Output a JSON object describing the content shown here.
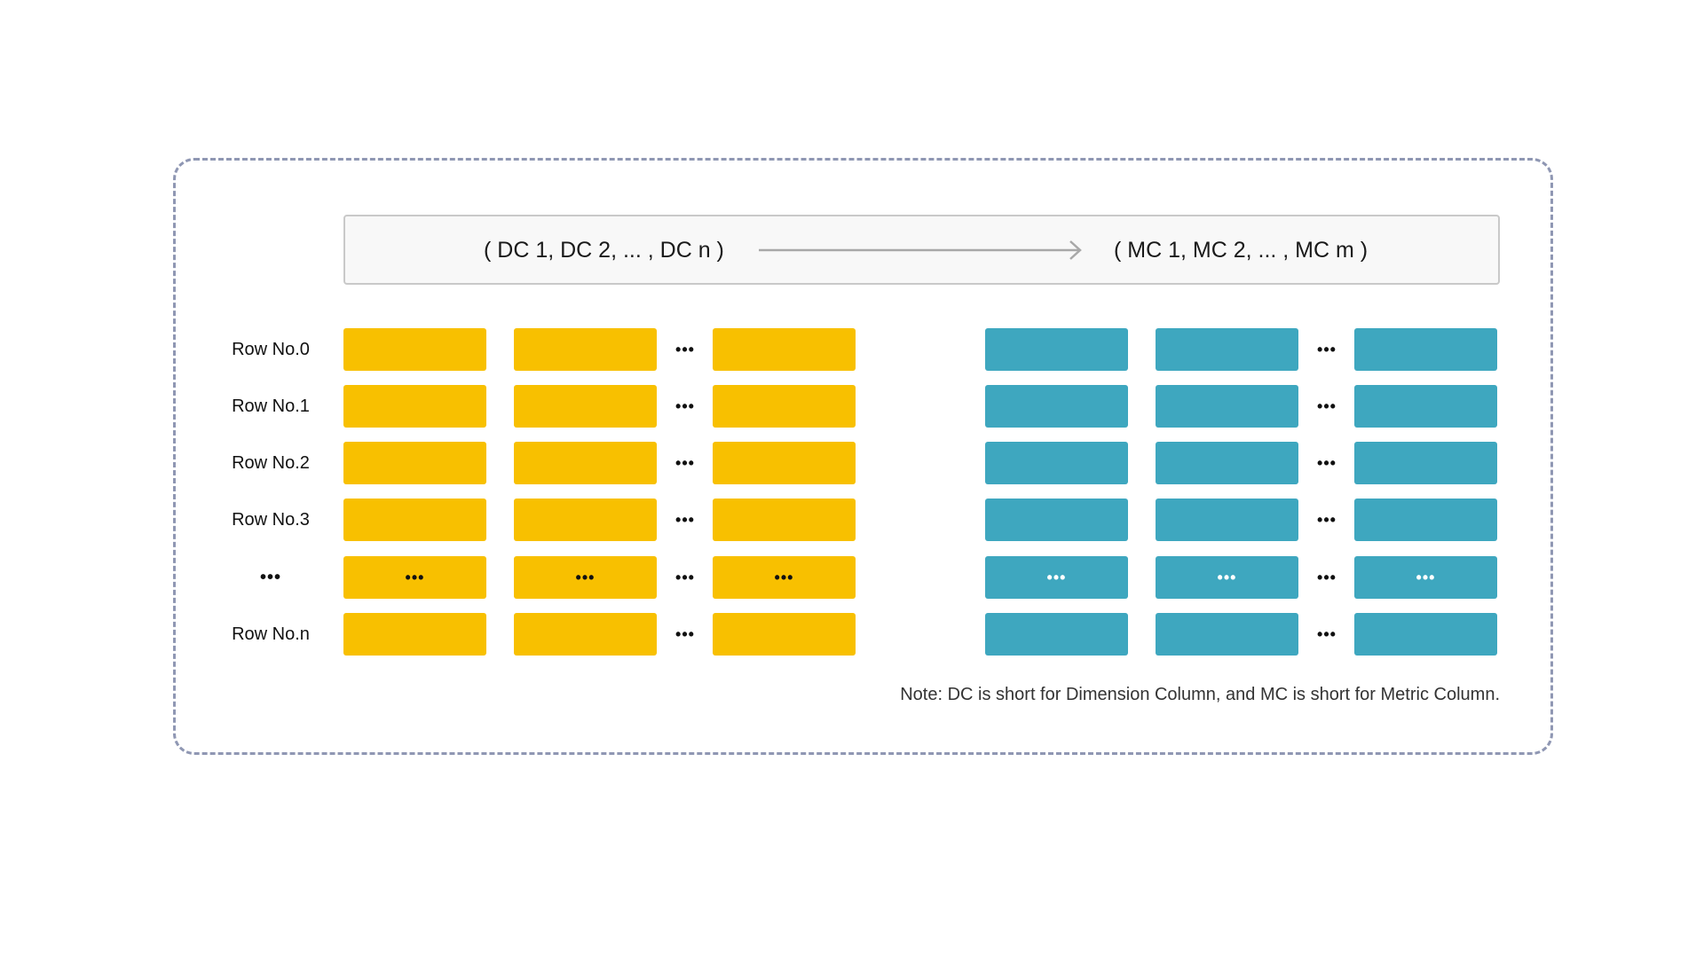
{
  "header": {
    "dimension_tuple": "( DC 1, DC 2, ... , DC n )",
    "metric_tuple": "( MC 1, MC 2, ... , MC m )",
    "arrow_color": "#a8a8a8"
  },
  "rows": [
    {
      "label": "Row No.0"
    },
    {
      "label": "Row No.1"
    },
    {
      "label": "Row No.2"
    },
    {
      "label": "Row No.3"
    },
    {
      "label": "•••",
      "ellipsis": true
    },
    {
      "label": "Row No.n"
    }
  ],
  "ellipsis_glyph": "•••",
  "colors": {
    "dimension_cell": "#f8c000",
    "metric_cell": "#3ea7bf",
    "frame_border": "#8f97b3"
  },
  "note": "Note: DC is short for Dimension Column, and MC is short for Metric Column."
}
